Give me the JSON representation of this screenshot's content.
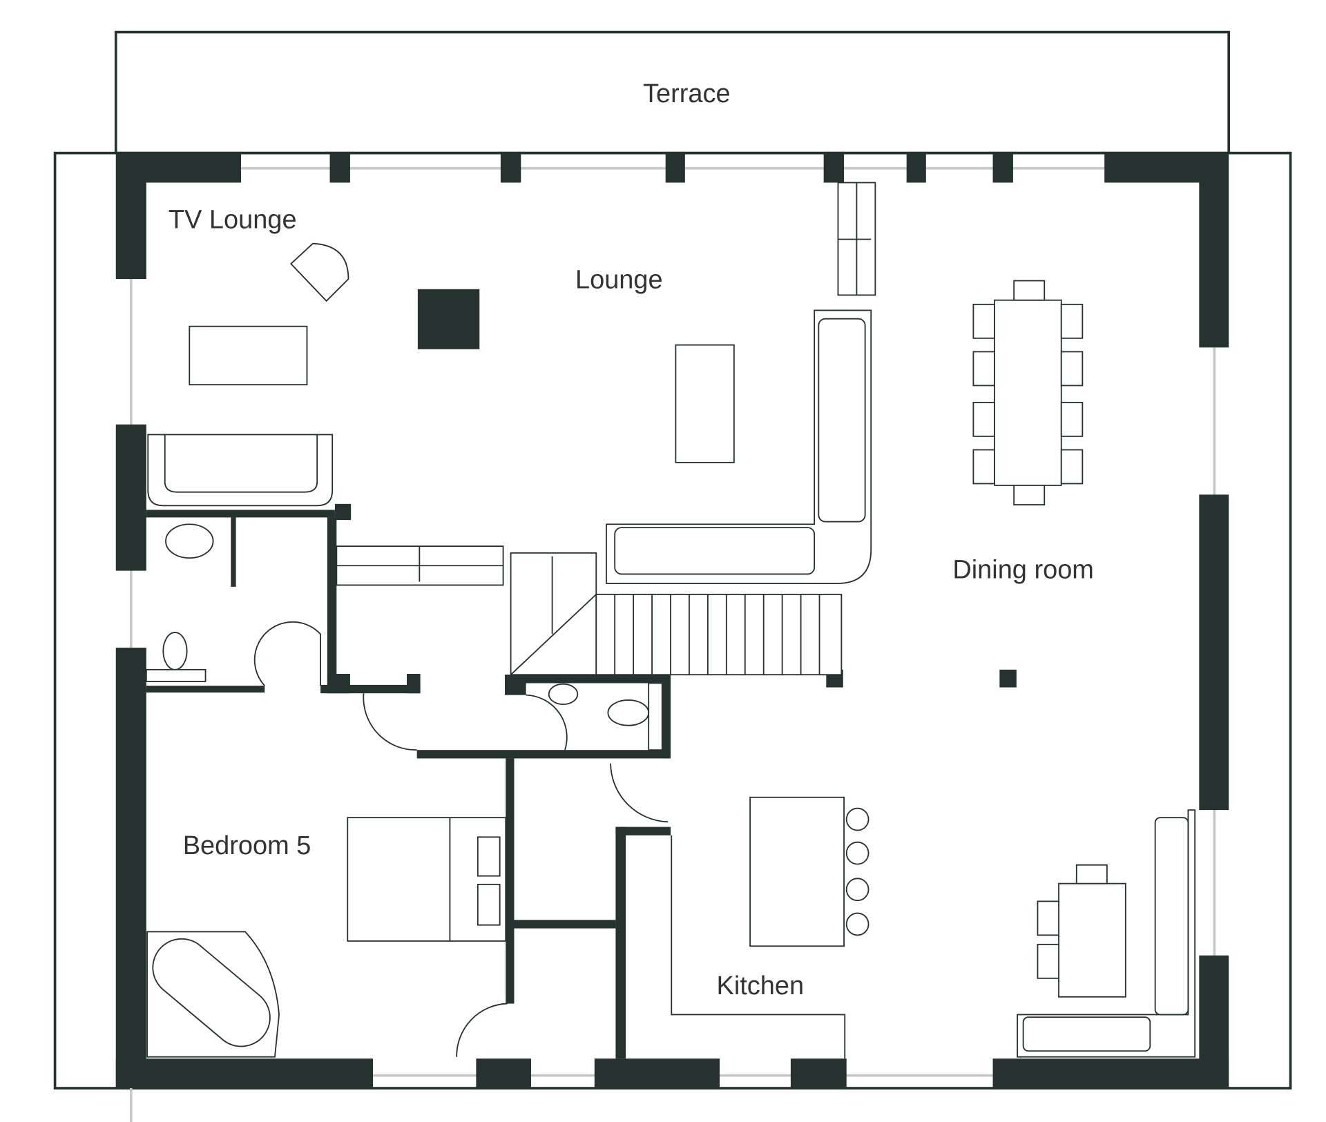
{
  "plan": {
    "rooms": {
      "terrace": "Terrace",
      "tv_lounge": "TV Lounge",
      "lounge": "Lounge",
      "dining_room": "Dining room",
      "bedroom": "Bedroom 5",
      "kitchen": "Kitchen"
    },
    "colors": {
      "wall": "#263230",
      "window": "#c8c8c8",
      "text": "#333333"
    }
  }
}
